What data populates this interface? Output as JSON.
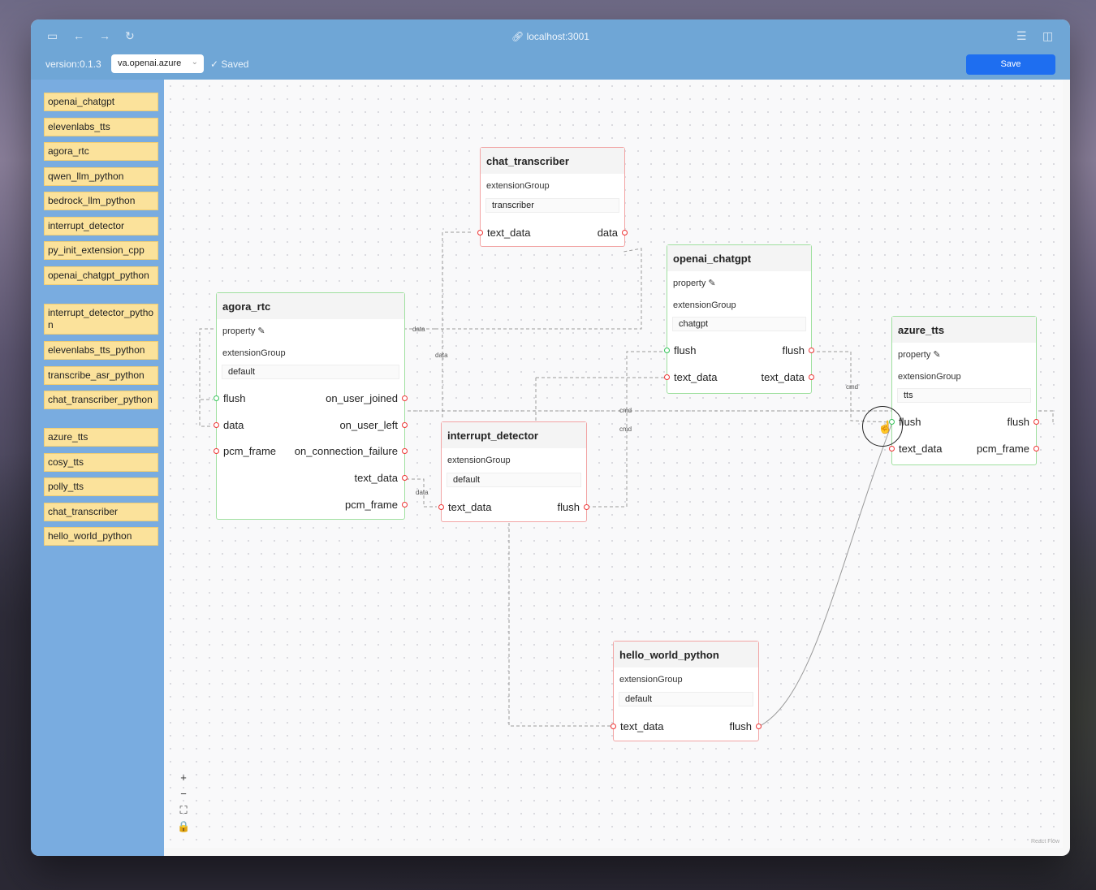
{
  "browser": {
    "url": "localhost:3001",
    "icons": [
      "sidebar-toggle-icon",
      "back-arrow-icon",
      "forward-arrow-icon",
      "reload-icon",
      "link-icon",
      "reader-icon",
      "split-view-icon"
    ]
  },
  "toolbar": {
    "version": "version:0.1.3",
    "graph_select": "va.openai.azure",
    "saved": "Saved",
    "save_label": "Save"
  },
  "sidebar": {
    "items": [
      "openai_chatgpt",
      "elevenlabs_tts",
      "agora_rtc",
      "qwen_llm_python",
      "bedrock_llm_python",
      "interrupt_detector",
      "py_init_extension_cpp",
      "openai_chatgpt_python",
      "interrupt_detector_python",
      "elevenlabs_tts_python",
      "transcribe_asr_python",
      "chat_transcriber_python",
      "azure_tts",
      "cosy_tts",
      "polly_tts",
      "chat_transcriber",
      "hello_world_python"
    ]
  },
  "nodes": {
    "chat_transcriber": {
      "title": "chat_transcriber",
      "group_label": "extensionGroup",
      "group_value": "transcriber",
      "inputs": [
        "text_data"
      ],
      "outputs": [
        "data"
      ]
    },
    "openai_chatgpt": {
      "title": "openai_chatgpt",
      "property_label": "property",
      "group_label": "extensionGroup",
      "group_value": "chatgpt",
      "inputs": [
        "flush",
        "text_data"
      ],
      "outputs": [
        "flush",
        "text_data"
      ]
    },
    "agora_rtc": {
      "title": "agora_rtc",
      "property_label": "property",
      "group_label": "extensionGroup",
      "group_value": "default",
      "inputs": [
        "flush",
        "data",
        "pcm_frame"
      ],
      "outputs": [
        "on_user_joined",
        "on_user_left",
        "on_connection_failure",
        "text_data",
        "pcm_frame"
      ]
    },
    "azure_tts": {
      "title": "azure_tts",
      "property_label": "property",
      "group_label": "extensionGroup",
      "group_value": "tts",
      "inputs": [
        "flush",
        "text_data"
      ],
      "outputs": [
        "flush",
        "pcm_frame"
      ]
    },
    "interrupt_detector": {
      "title": "interrupt_detector",
      "group_label": "extensionGroup",
      "group_value": "default",
      "inputs": [
        "text_data"
      ],
      "outputs": [
        "flush"
      ]
    },
    "hello_world_python": {
      "title": "hello_world_python",
      "group_label": "extensionGroup",
      "group_value": "default",
      "inputs": [
        "text_data"
      ],
      "outputs": [
        "flush"
      ]
    }
  },
  "edge_labels": {
    "data": "data",
    "cmd": "cmd"
  },
  "controls": [
    "+",
    "−",
    "⛶",
    "🔒"
  ],
  "attribution": "React Flow",
  "colors": {
    "header_bar": "#6fa6d6",
    "sidebar": "#79ace0",
    "item_bg": "#fbe29b",
    "save_button": "#1e6ef0",
    "handle_red": "#e33333",
    "handle_green": "#35c35a",
    "node_border_green": "#9fe09f",
    "node_border_red": "#f2a4a4"
  }
}
